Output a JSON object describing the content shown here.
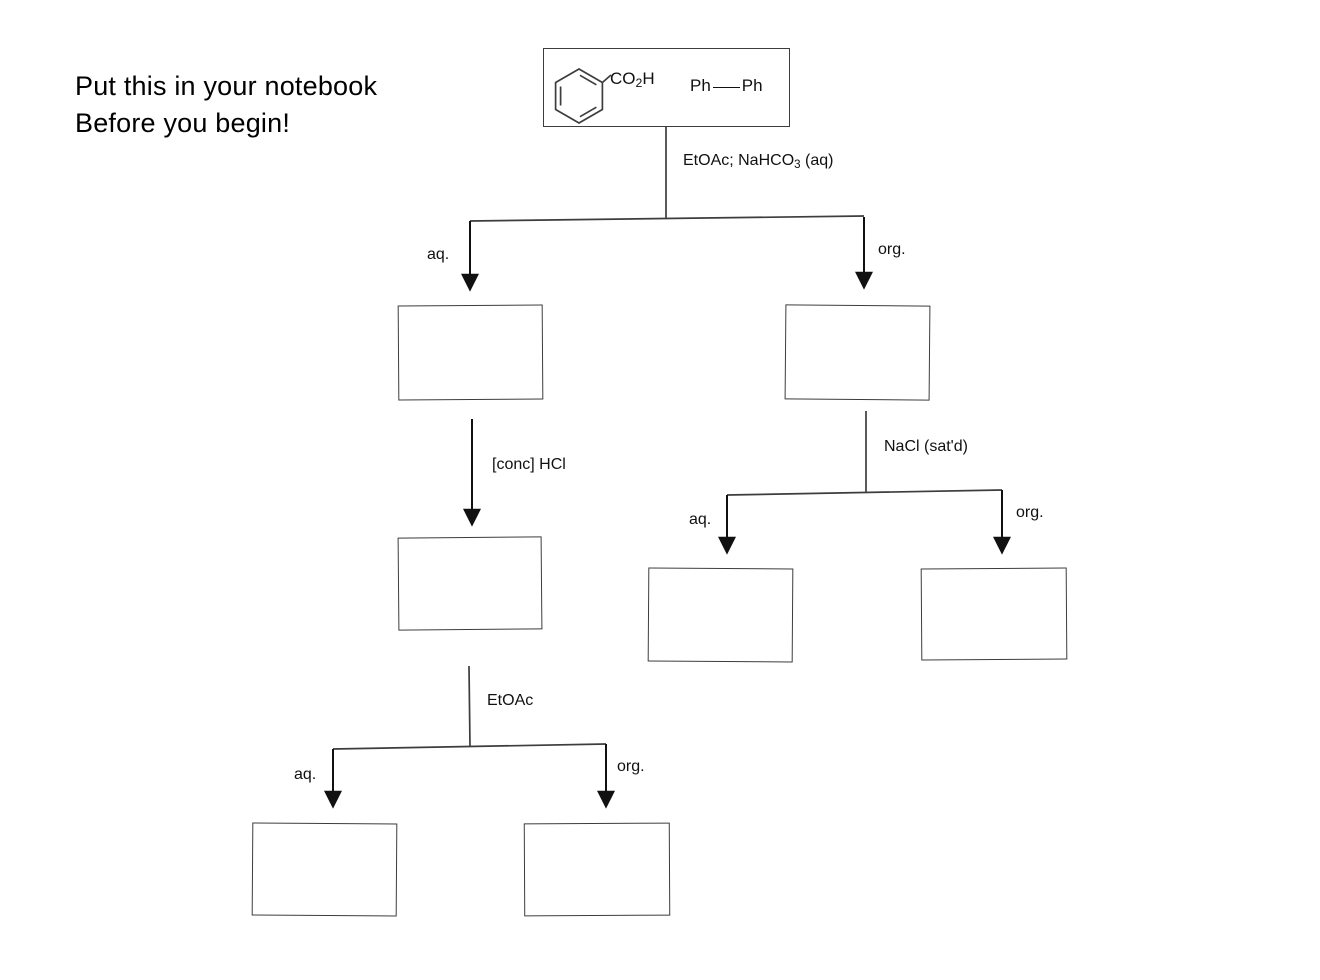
{
  "note": {
    "line1": "Put this in your notebook",
    "line2": "Before you begin!"
  },
  "start_mixture": {
    "benzoic_acid_label": {
      "pre": "CO",
      "sub": "2",
      "post": "H"
    },
    "biphenyl": {
      "left": "Ph",
      "right": "Ph"
    }
  },
  "reagents": {
    "partition1": {
      "pre": "EtOAc; NaHCO",
      "sub": "3",
      "post": " (aq)"
    },
    "acidify": "[conc] HCl",
    "extract": "EtOAc",
    "brine_wash": "NaCl (sat'd)"
  },
  "layer_labels": {
    "aqueous": "aq.",
    "organic": "org."
  },
  "colors": {
    "line": "#3d3d3d",
    "arrow": "#111111",
    "box_border": "#3d3d3d",
    "text": "#111111"
  }
}
